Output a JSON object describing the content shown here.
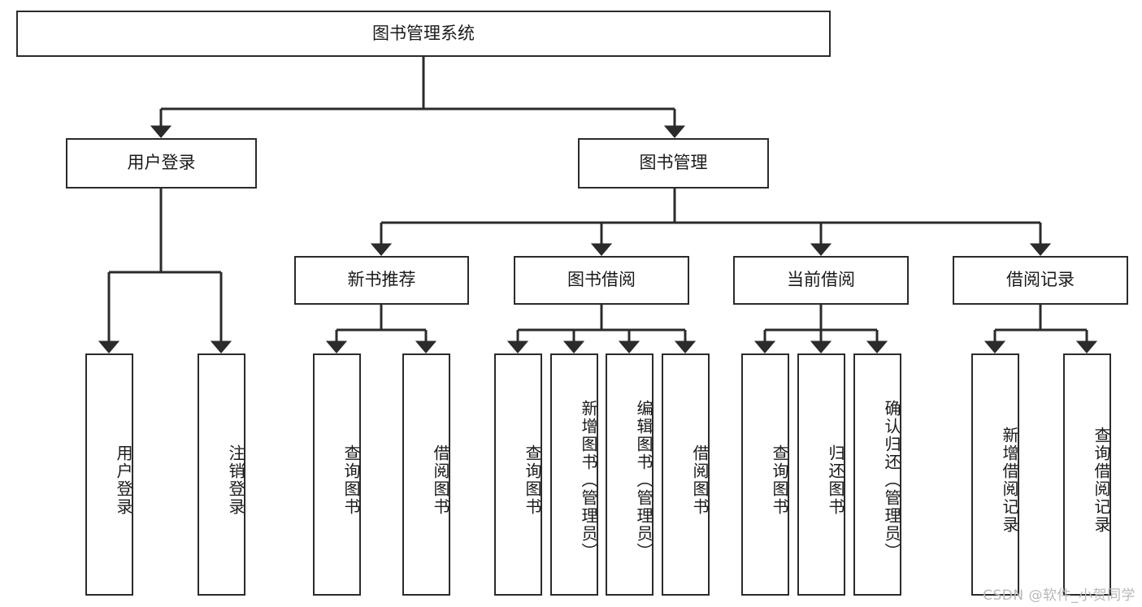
{
  "diagram": {
    "title": "图书管理系统",
    "type": "hierarchy-tree",
    "root": {
      "id": "root",
      "label": "图书管理系统"
    },
    "level2": [
      {
        "id": "user-login",
        "label": "用户登录"
      },
      {
        "id": "book-manage",
        "label": "图书管理"
      }
    ],
    "level3": [
      {
        "id": "new-book-rec",
        "label": "新书推荐",
        "parent": "book-manage"
      },
      {
        "id": "book-borrow",
        "label": "图书借阅",
        "parent": "book-manage"
      },
      {
        "id": "current-borrow",
        "label": "当前借阅",
        "parent": "book-manage"
      },
      {
        "id": "borrow-record",
        "label": "借阅记录",
        "parent": "book-manage"
      }
    ],
    "leaves": [
      {
        "id": "leaf-user-login",
        "label": "用户登录",
        "parent": "user-login"
      },
      {
        "id": "leaf-user-logout",
        "label": "注销登录",
        "parent": "user-login"
      },
      {
        "id": "leaf-query-book-1",
        "label": "查询图书",
        "parent": "new-book-rec"
      },
      {
        "id": "leaf-borrow-book-1",
        "label": "借阅图书",
        "parent": "new-book-rec"
      },
      {
        "id": "leaf-query-book-2",
        "label": "查询图书",
        "parent": "book-borrow"
      },
      {
        "id": "leaf-add-book",
        "label": "新增图书（管理员）",
        "parent": "book-borrow"
      },
      {
        "id": "leaf-edit-book",
        "label": "编辑图书（管理员）",
        "parent": "book-borrow"
      },
      {
        "id": "leaf-borrow-book-2",
        "label": "借阅图书",
        "parent": "book-borrow"
      },
      {
        "id": "leaf-query-book-3",
        "label": "查询图书",
        "parent": "current-borrow"
      },
      {
        "id": "leaf-return-book",
        "label": "归还图书",
        "parent": "current-borrow"
      },
      {
        "id": "leaf-confirm-return",
        "label": "确认归还（管理员）",
        "parent": "current-borrow"
      },
      {
        "id": "leaf-add-record",
        "label": "新增借阅记录",
        "parent": "borrow-record"
      },
      {
        "id": "leaf-query-record",
        "label": "查询借阅记录",
        "parent": "borrow-record"
      }
    ],
    "colors": {
      "stroke": "#2b2b2b",
      "fill": "#ffffff",
      "text": "#1a1a1a",
      "watermark": "#b8b8b8"
    }
  },
  "watermark": {
    "text": "CSDN @软件_小贺同学"
  }
}
